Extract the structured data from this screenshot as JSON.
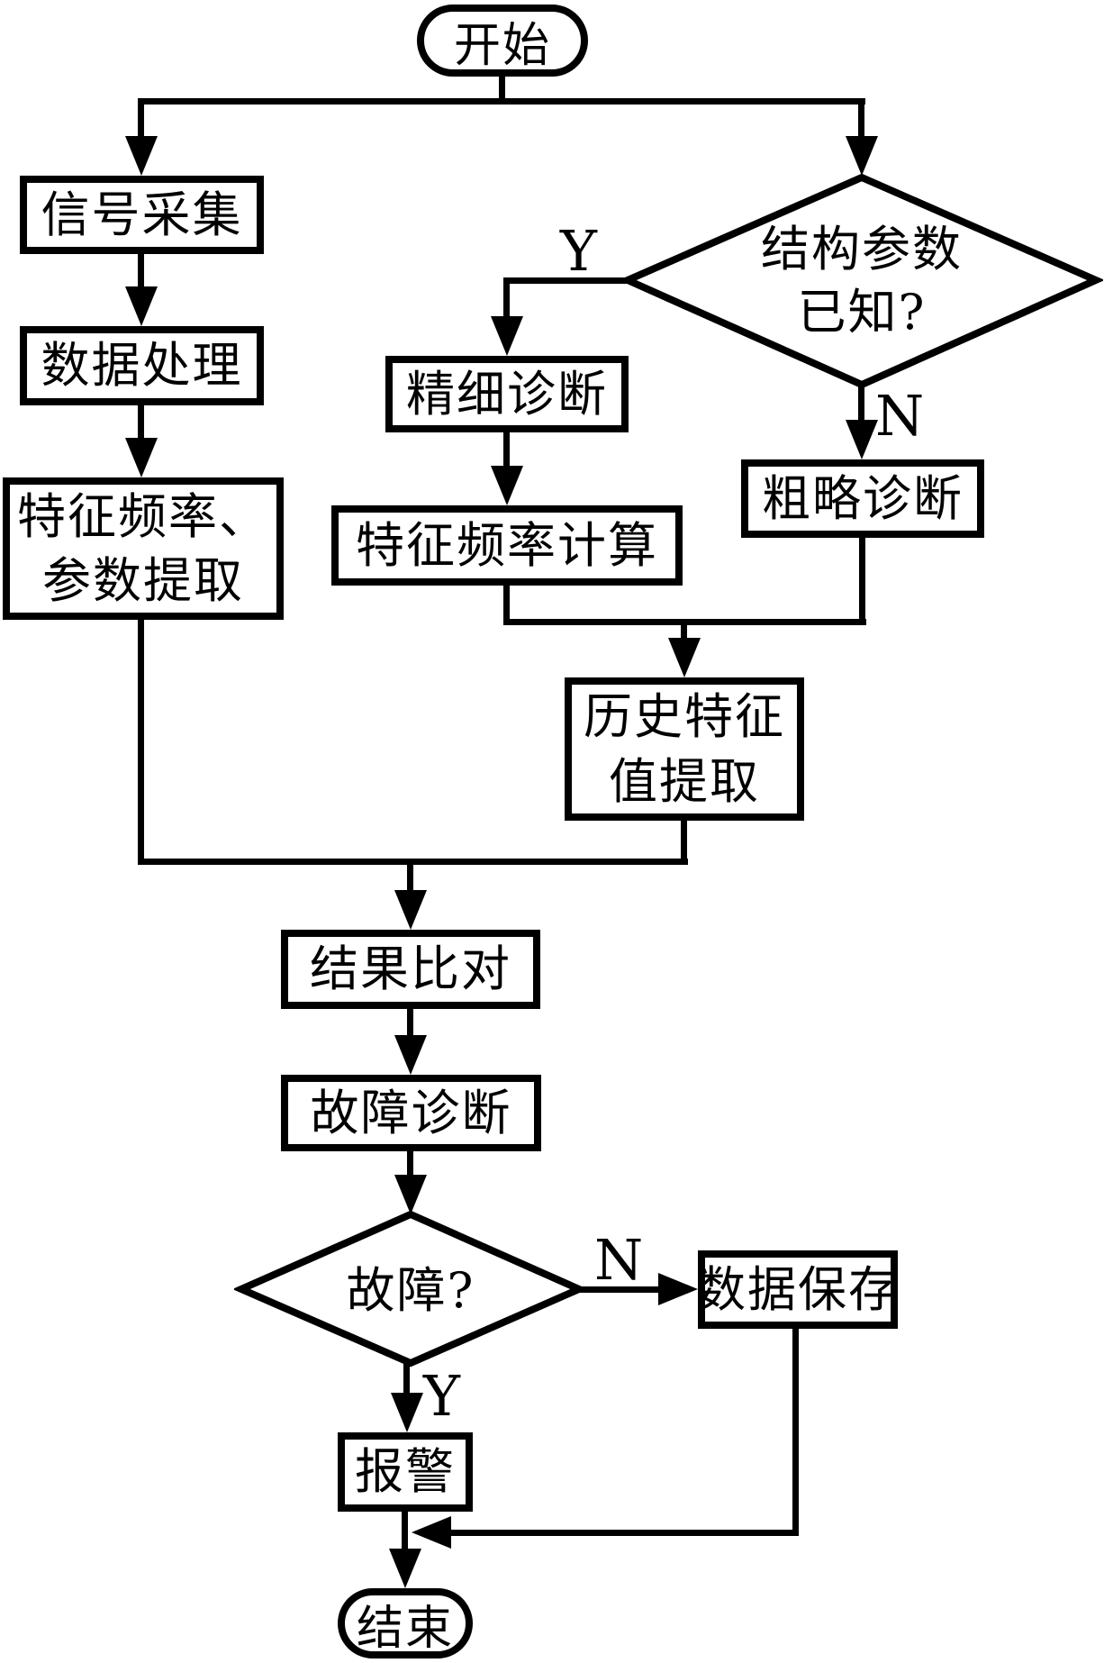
{
  "flowchart": {
    "title": "fault-diagnosis-flowchart",
    "colors": {
      "stroke": "#000000",
      "background": "#ffffff"
    },
    "nodes": {
      "start": {
        "type": "terminator",
        "label": "开始"
      },
      "signal": {
        "type": "process",
        "label": "信号采集"
      },
      "data_processing": {
        "type": "process",
        "label": "数据处理"
      },
      "feature_extract": {
        "type": "process",
        "line1": "特征频率、",
        "line2": "参数提取"
      },
      "param_known": {
        "type": "decision",
        "line1": "结构参数",
        "line2": "已知?"
      },
      "fine_diagnosis": {
        "type": "process",
        "label": "精细诊断"
      },
      "freq_calc": {
        "type": "process",
        "label": "特征频率计算"
      },
      "rough_diagnosis": {
        "type": "process",
        "label": "粗略诊断"
      },
      "history_extract": {
        "type": "process",
        "line1": "历史特征",
        "line2": "值提取"
      },
      "result_compare": {
        "type": "process",
        "label": "结果比对"
      },
      "fault_diagnosis": {
        "type": "process",
        "label": "故障诊断"
      },
      "fault_decision": {
        "type": "decision",
        "label": "故障?"
      },
      "data_save": {
        "type": "process",
        "label": "数据保存"
      },
      "alarm": {
        "type": "process",
        "label": "报警"
      },
      "end": {
        "type": "terminator",
        "label": "结束"
      }
    },
    "edge_labels": {
      "yes": "Y",
      "no": "N"
    }
  }
}
